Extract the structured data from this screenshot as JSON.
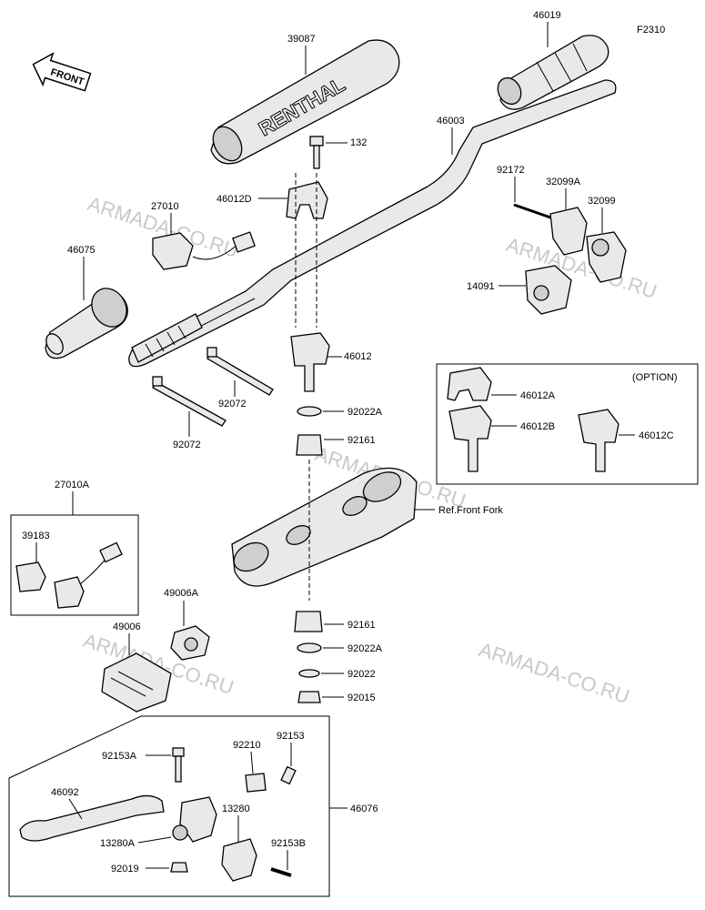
{
  "diagram_code": "F2310",
  "front_badge": "FRONT",
  "grip_brand": "RENTHAL",
  "watermarks": [
    "ARMADA-CO.RU",
    "ARMADA-CO.RU",
    "ARMADA-CO.RU",
    "ARMADA-CO.RU",
    "ARMADA-CO.RU"
  ],
  "option_label": "(OPTION)",
  "ref_front_fork": "Ref.Front Fork",
  "labels": {
    "p46019": "46019",
    "p39087": "39087",
    "p46003": "46003",
    "p132": "132",
    "p46012D": "46012D",
    "p27010": "27010",
    "p92172": "92172",
    "p32099A": "32099A",
    "p32099": "32099",
    "p46075": "46075",
    "p14091": "14091",
    "p46012": "46012",
    "p92072a": "92072",
    "p92072b": "92072",
    "p92022A": "92022A",
    "p92161a": "92161",
    "p46012A": "46012A",
    "p46012B": "46012B",
    "p46012C": "46012C",
    "p27010A": "27010A",
    "p39183": "39183",
    "p49006A": "49006A",
    "p49006": "49006",
    "p92161b": "92161",
    "p92022Ab": "92022A",
    "p92022": "92022",
    "p92015": "92015",
    "p92153A": "92153A",
    "p92210": "92210",
    "p92153": "92153",
    "p46092": "46092",
    "p13280": "13280",
    "p46076": "46076",
    "p13280A": "13280A",
    "p92153B": "92153B",
    "p92019": "92019"
  }
}
